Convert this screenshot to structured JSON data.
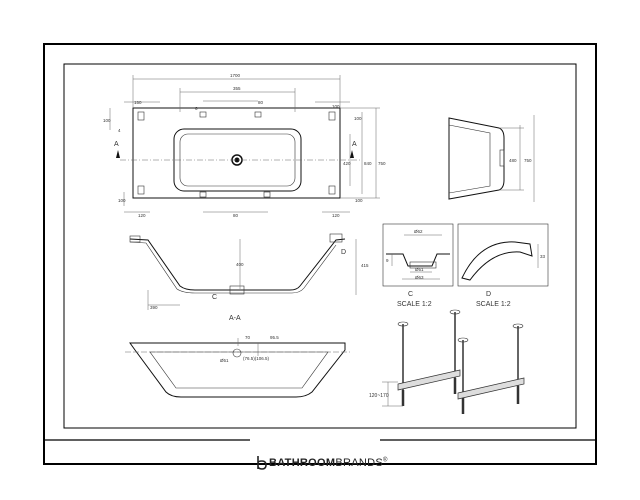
{
  "brand": {
    "bold": "BATHROOM",
    "light": "BRANDS",
    "mark": "®"
  },
  "labels": {
    "section_a": "A",
    "section_aa": "A-A",
    "c": "C",
    "d": "D",
    "scale_c": "SCALE 1:2",
    "scale_d": "SCALE 1:2"
  },
  "dims": {
    "overall_length": "1700",
    "d355": "355",
    "d80_top": "80",
    "d150": "150",
    "d6": "6",
    "d100_tr": "100",
    "d100_l": "100",
    "d4": "4",
    "d100_rt": "100",
    "d840": "840",
    "d750": "750",
    "d420": "420",
    "d100_bl": "100",
    "d100_br": "100",
    "d120_l": "120",
    "d120_r": "120",
    "d80_bot": "80",
    "side_480": "480",
    "side_750": "750",
    "sec_400": "400",
    "sec_415": "415",
    "sec_390": "390",
    "c_62": "Ø62",
    "c_51": "Ø51",
    "c_63": "Ø63",
    "c_9": "9",
    "d_33": "33",
    "bot_70": "70",
    "bot_955": "95.5",
    "bot_51": "Ø51",
    "bot_paren": "(76.5)(106.5)",
    "leg_range": "120~170"
  }
}
